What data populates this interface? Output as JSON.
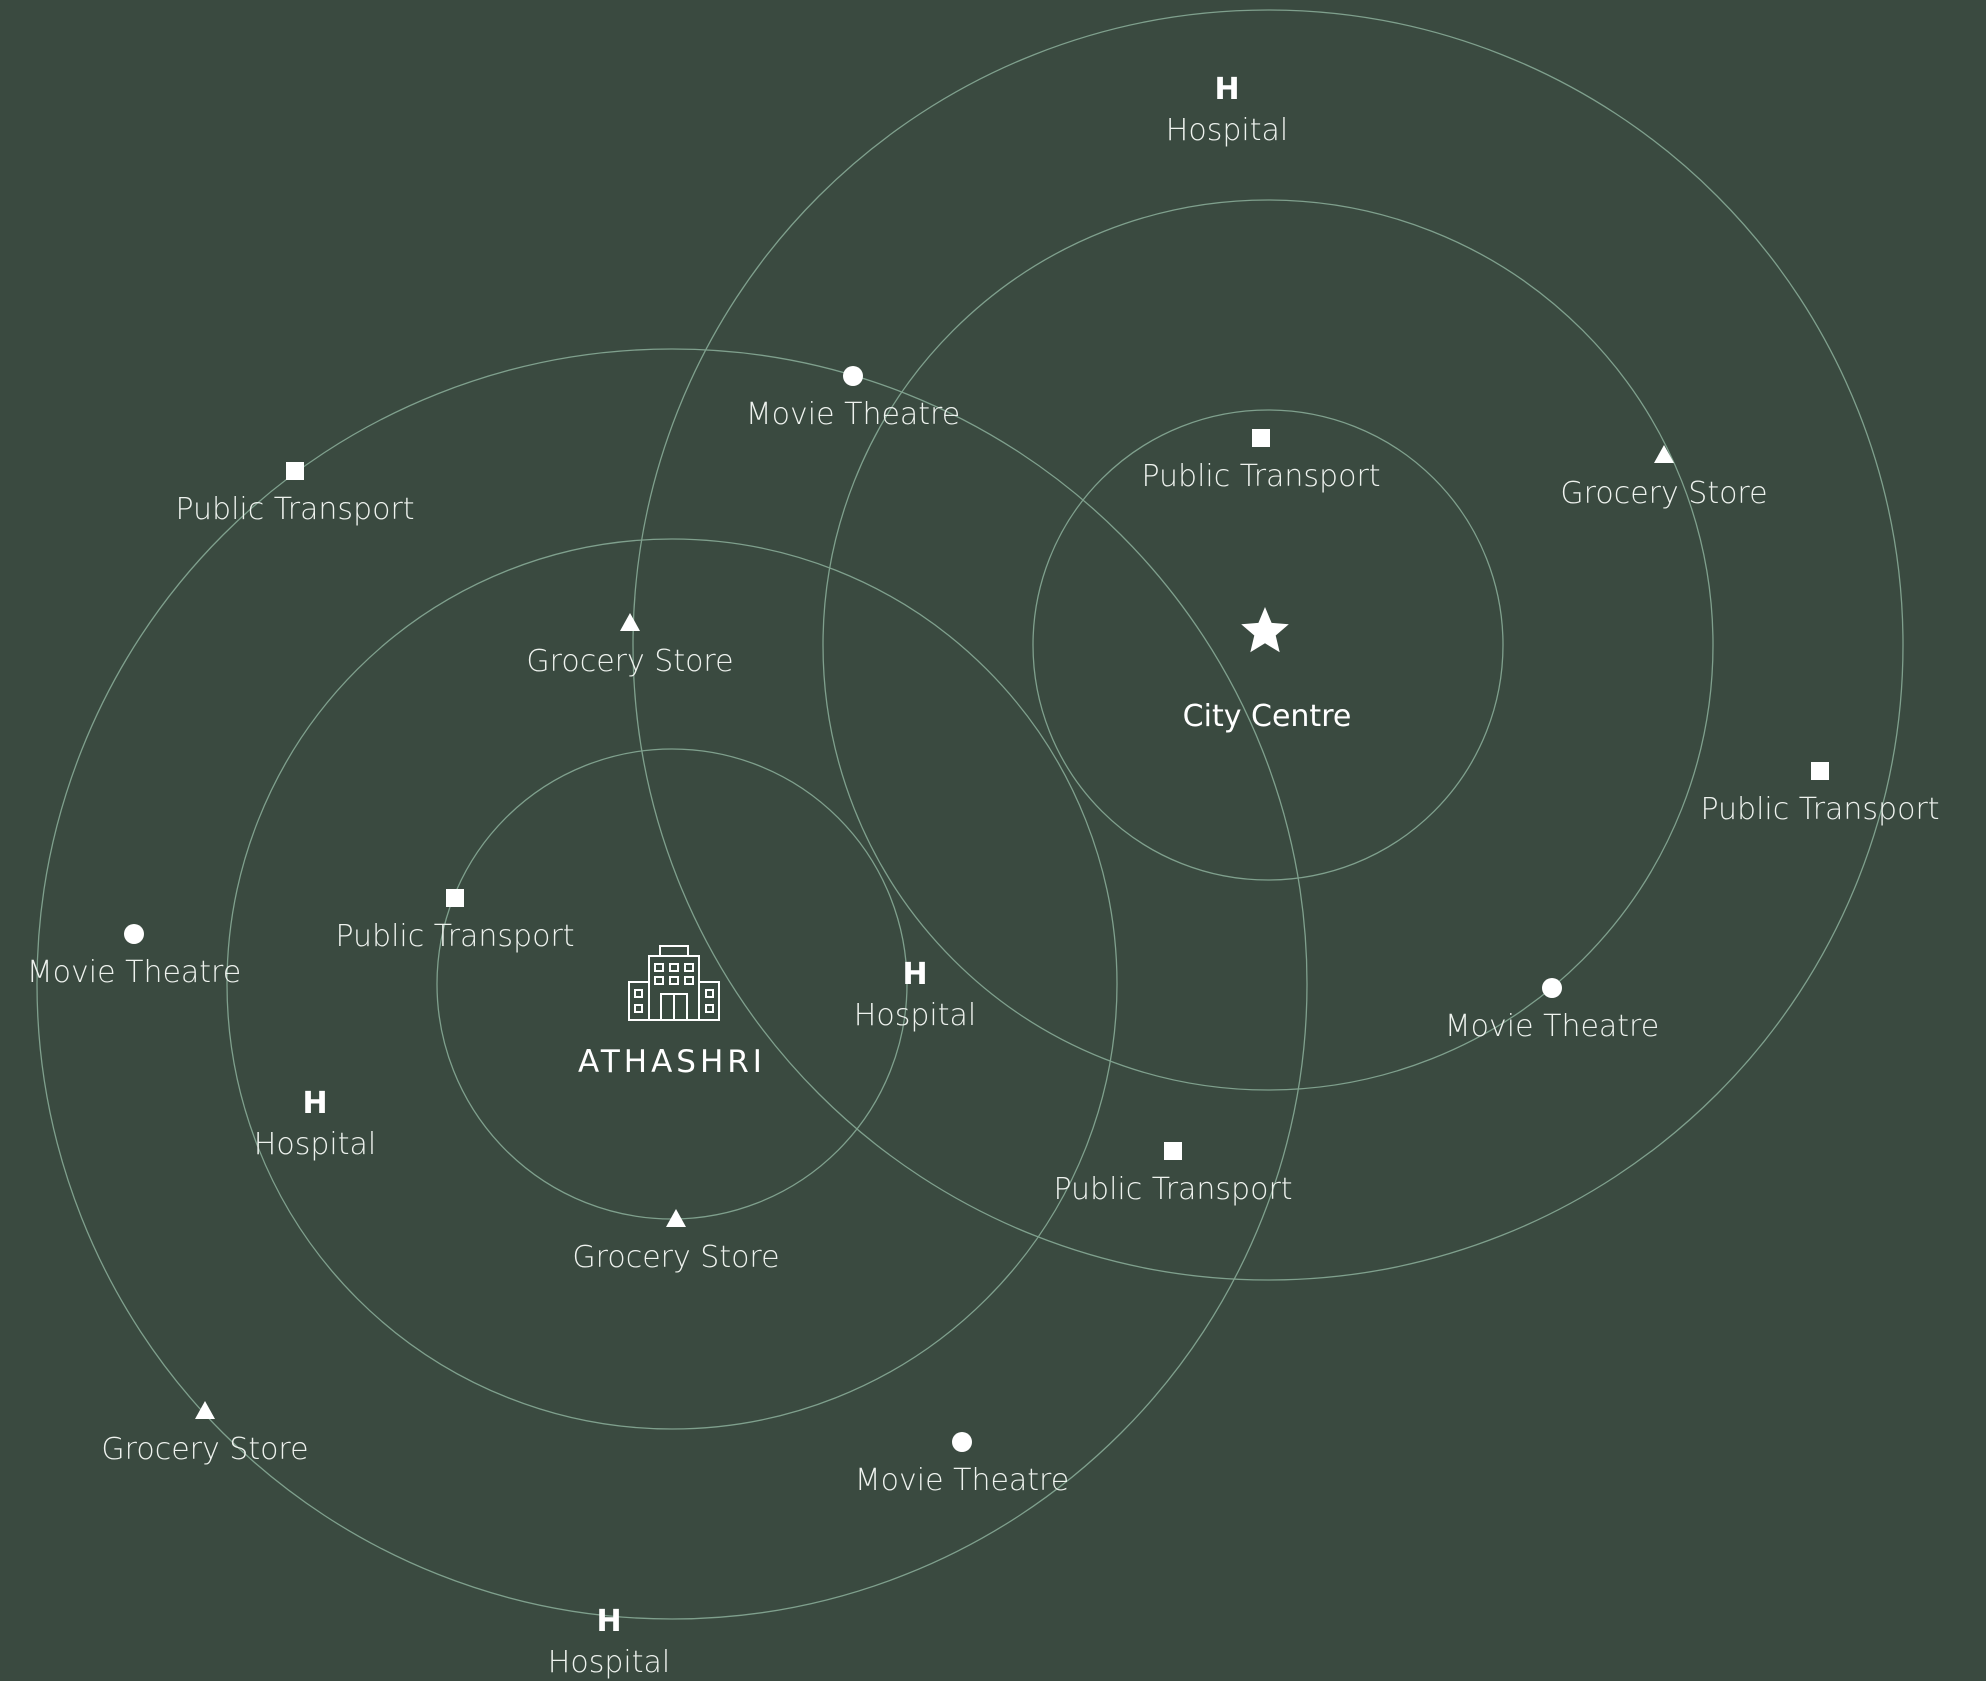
{
  "map": {
    "colors": {
      "background": "#3a4a40",
      "ring": "#7fa08d",
      "marker": "#ffffff",
      "label": "#eef2ee"
    },
    "hubs": {
      "project": {
        "label": "ATHASHRI",
        "icon": "building-icon"
      },
      "city": {
        "label": "City Centre",
        "icon": "star-icon"
      }
    },
    "legend_types": {
      "transport": {
        "icon": "square-icon"
      },
      "grocery": {
        "icon": "triangle-icon"
      },
      "movie": {
        "icon": "circle-icon"
      },
      "hospital": {
        "icon": "h-icon",
        "glyph": "H"
      }
    },
    "places": [
      {
        "type": "hospital",
        "label": "Hospital"
      },
      {
        "type": "movie",
        "label": "Movie Theatre"
      },
      {
        "type": "transport",
        "label": "Public Transport"
      },
      {
        "type": "grocery",
        "label": "Grocery Store"
      },
      {
        "type": "transport",
        "label": "Public Transport"
      },
      {
        "type": "grocery",
        "label": "Grocery Store"
      },
      {
        "type": "transport",
        "label": "Public Transport"
      },
      {
        "type": "movie",
        "label": "Movie Theatre"
      },
      {
        "type": "transport",
        "label": "Public Transport"
      },
      {
        "type": "hospital",
        "label": "Hospital"
      },
      {
        "type": "movie",
        "label": "Movie Theatre"
      },
      {
        "type": "hospital",
        "label": "Hospital"
      },
      {
        "type": "transport",
        "label": "Public Transport"
      },
      {
        "type": "grocery",
        "label": "Grocery Store"
      },
      {
        "type": "grocery",
        "label": "Grocery Store"
      },
      {
        "type": "movie",
        "label": "Movie Theatre"
      },
      {
        "type": "hospital",
        "label": "Hospital"
      }
    ]
  }
}
